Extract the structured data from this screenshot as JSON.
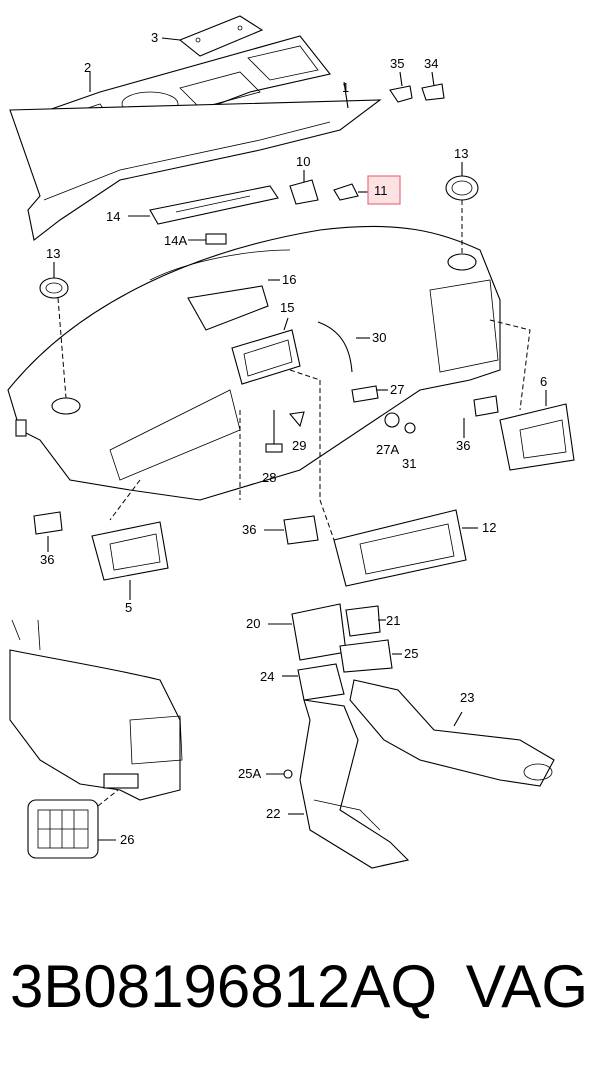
{
  "labels": {
    "p1": "1",
    "p2": "2",
    "p3": "3",
    "p5": "5",
    "p6": "6",
    "p10": "10",
    "p11": "11",
    "p12": "12",
    "p13a": "13",
    "p13b": "13",
    "p14": "14",
    "p14a": "14A",
    "p15": "15",
    "p16": "16",
    "p20": "20",
    "p21": "21",
    "p22": "22",
    "p23": "23",
    "p24": "24",
    "p25": "25",
    "p25a": "25A",
    "p26": "26",
    "p27": "27",
    "p27a": "27A",
    "p28": "28",
    "p29": "29",
    "p30": "30",
    "p31": "31",
    "p34": "34",
    "p35": "35",
    "p36a": "36",
    "p36b": "36",
    "p36c": "36"
  },
  "highlight_color": "#e8707a",
  "footer": {
    "part_number": "3B08196812AQ",
    "brand": "VAG"
  }
}
